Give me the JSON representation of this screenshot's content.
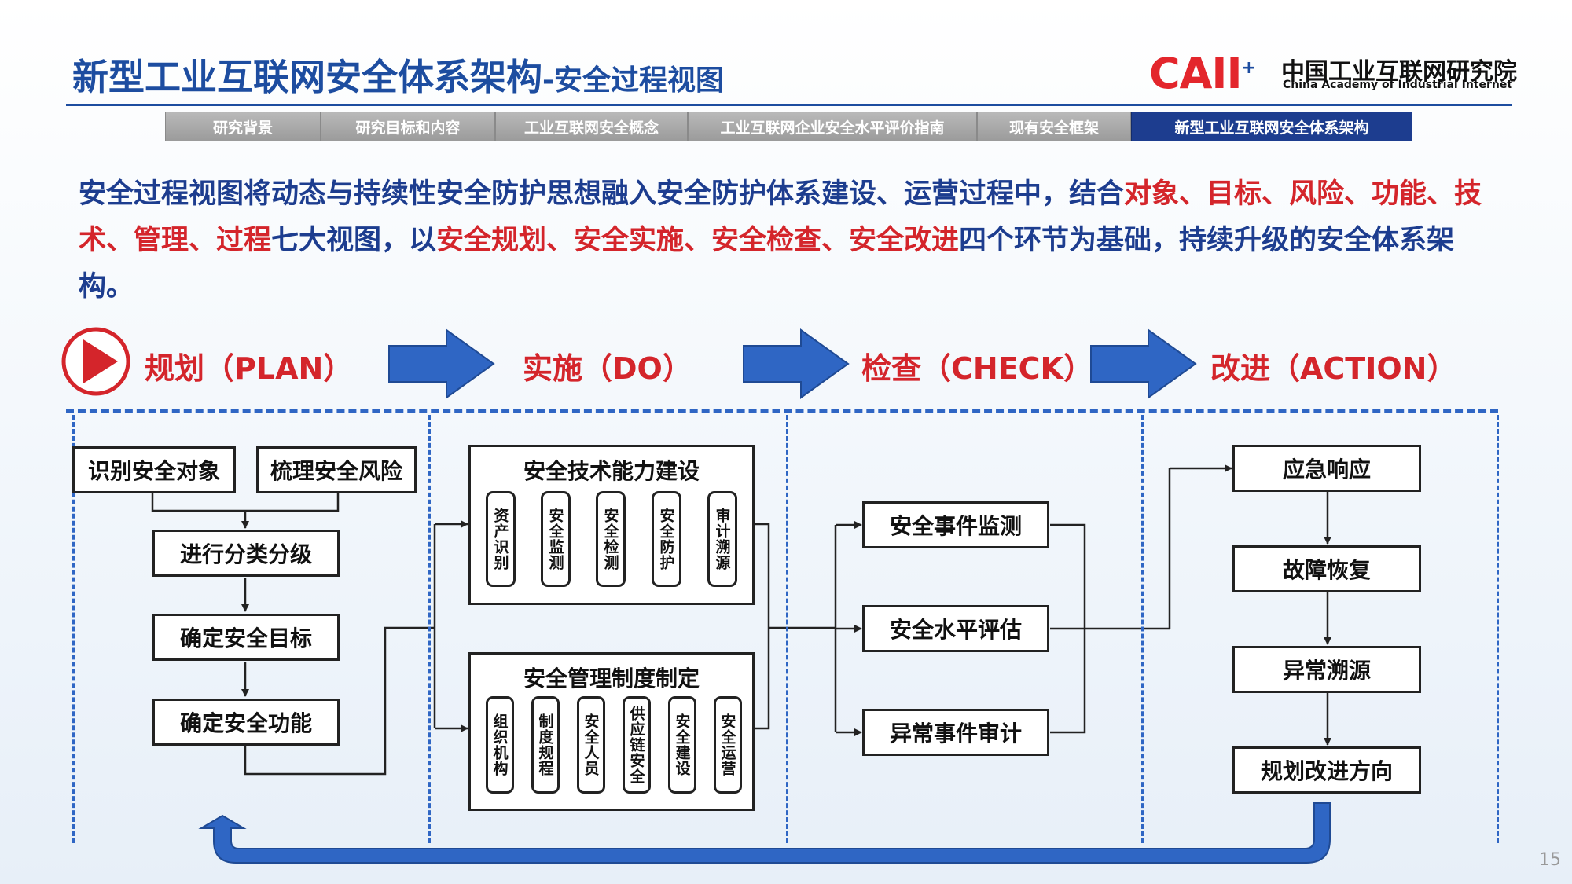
{
  "header": {
    "title_main": "新型工业互联网安全体系架构",
    "title_sub": "-安全过程视图",
    "logo_mark": "CAII",
    "logo_cn": "中国工业互联网研究院",
    "logo_en": "China Academy of Industrial Internet"
  },
  "nav": {
    "tabs": [
      {
        "label": "研究背景"
      },
      {
        "label": "研究目标和内容"
      },
      {
        "label": "工业互联网安全概念"
      },
      {
        "label": "工业互联网企业安全水平评价指南"
      },
      {
        "label": "现有安全框架"
      },
      {
        "label": "新型工业互联网安全体系架构"
      }
    ],
    "active_index": 5
  },
  "intro": {
    "p1": "安全过程视图将动态与持续性安全防护思想融入安全防护体系建设、运营过程中，结合",
    "r1": "对象、目标、风险、功能、技术、管理、过程",
    "p2": "七大视图，以",
    "r2": "安全规划、安全实施、安全检查、安全改进",
    "p3": "四个环节为基础，持续升级的安全体系架构。"
  },
  "phases": {
    "plan": "规划（PLAN）",
    "do": "实施（DO）",
    "check": "检查（CHECK）",
    "action": "改进（ACTION）"
  },
  "plan": {
    "identify_objects": "识别安全对象",
    "sort_risks": "梳理安全风险",
    "classify": "进行分类分级",
    "goals": "确定安全目标",
    "functions": "确定安全功能"
  },
  "do": {
    "tech": {
      "title": "安全技术能力建设",
      "items": [
        "资产识别",
        "安全监测",
        "安全检测",
        "安全防护",
        "审计溯源"
      ]
    },
    "mgmt": {
      "title": "安全管理制度制定",
      "items": [
        "组织机构",
        "制度规程",
        "安全人员",
        "供应链安全",
        "安全建设",
        "安全运营"
      ]
    }
  },
  "check": {
    "items": [
      "安全事件监测",
      "安全水平评估",
      "异常事件审计"
    ]
  },
  "action": {
    "items": [
      "应急响应",
      "故障恢复",
      "异常溯源",
      "规划改进方向"
    ]
  },
  "colors": {
    "brand_blue": "#1d4da0",
    "accent_red": "#d4252b",
    "arrow_blue": "#2f66c4",
    "nav_active": "#1d3d8f"
  },
  "page_number": "15"
}
